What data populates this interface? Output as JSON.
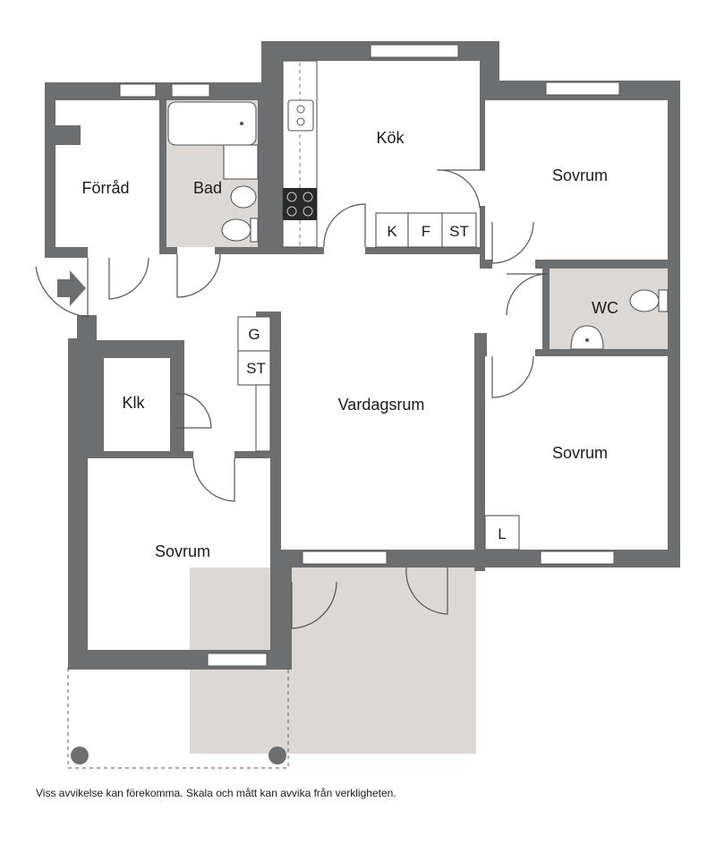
{
  "rooms": {
    "forrad": "Förråd",
    "bad": "Bad",
    "kok": "Kök",
    "sovrum_ne": "Sovrum",
    "wc": "WC",
    "klk": "Klk",
    "vardagsrum": "Vardagsrum",
    "sovrum_e": "Sovrum",
    "sovrum_sw": "Sovrum"
  },
  "appliances": {
    "kitchen_k": "K",
    "kitchen_f": "F",
    "kitchen_st": "ST",
    "hall_g": "G",
    "hall_st": "ST",
    "bedroom_l": "L"
  },
  "disclaimer": "Viss avvikelse kan förekomma. Skala och mått kan avvika från verkligheten.",
  "colors": {
    "wall": "#6d6e70",
    "wet_room_floor": "#dcd8d5",
    "patio": "#dcd8d5"
  }
}
